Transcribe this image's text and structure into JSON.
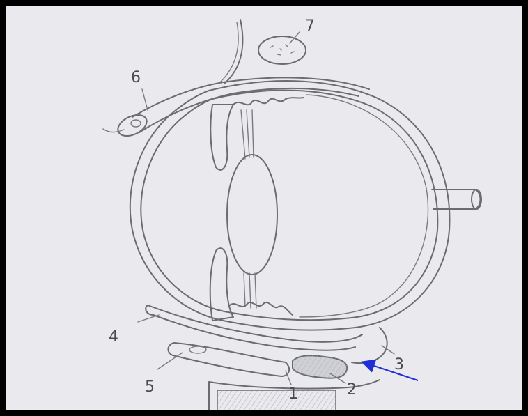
{
  "labels": {
    "l1": "1",
    "l2": "2",
    "l3": "3",
    "l4": "4",
    "l5": "5",
    "l6": "6",
    "l7": "7"
  },
  "colors": {
    "background": "#e9e9ee",
    "frame": "#000000",
    "pencil": "#6b6b70",
    "arrow": "#1f2fd6"
  },
  "annotation": {
    "arrow_points_to": "2"
  }
}
